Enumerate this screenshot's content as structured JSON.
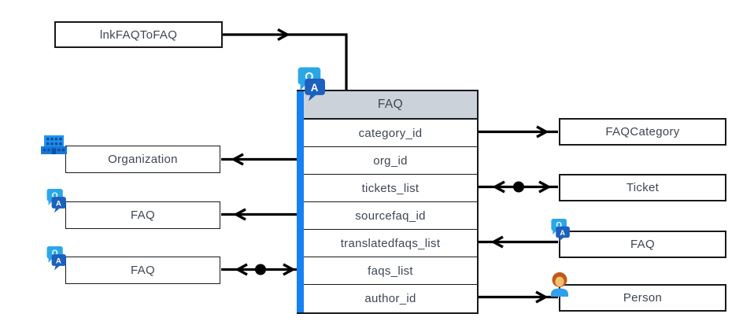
{
  "diagram": {
    "link_table": {
      "label": "lnkFAQToFAQ"
    },
    "main_table": {
      "title": "FAQ",
      "rows": [
        "category_id",
        "org_id",
        "tickets_list",
        "sourcefaq_id",
        "translatedfaqs_list",
        "faqs_list",
        "author_id"
      ]
    },
    "left_entities": [
      {
        "label": "Organization",
        "icon": "building-icon"
      },
      {
        "label": "FAQ",
        "icon": "qa-icon"
      },
      {
        "label": "FAQ",
        "icon": "qa-icon"
      }
    ],
    "right_entities": [
      {
        "label": "FAQCategory",
        "icon": ""
      },
      {
        "label": "Ticket",
        "icon": ""
      },
      {
        "label": "FAQ",
        "icon": "qa-icon"
      },
      {
        "label": "Person",
        "icon": "person-icon"
      }
    ],
    "relationships": [
      {
        "from": "lnkFAQToFAQ",
        "to": "FAQ",
        "arrow": "single-to-table-top"
      },
      {
        "row": "category_id",
        "entity": "FAQCategory",
        "side": "right",
        "arrow": "to-entity"
      },
      {
        "row": "org_id",
        "entity": "Organization",
        "side": "left",
        "arrow": "to-entity"
      },
      {
        "row": "tickets_list",
        "entity": "Ticket",
        "side": "right",
        "arrow": "double-with-dot"
      },
      {
        "row": "sourcefaq_id",
        "entity": "FAQ",
        "side": "left",
        "arrow": "to-entity"
      },
      {
        "row": "translatedfaqs_list",
        "entity": "FAQ",
        "side": "right",
        "arrow": "to-table"
      },
      {
        "row": "faqs_list",
        "entity": "FAQ",
        "side": "left",
        "arrow": "double-with-dot"
      },
      {
        "row": "author_id",
        "entity": "Person",
        "side": "right",
        "arrow": "to-entity"
      }
    ],
    "colors": {
      "accent_bar": "#1681f2",
      "header_bg": "#ccd2d9",
      "line": "#000000",
      "text": "#3d4753",
      "qa_bubble_light": "#2ba7e8",
      "qa_bubble_dark": "#1b61bd",
      "building_blue": "#2191f0",
      "building_dark": "#0d4fa0",
      "person_hair": "#c05a1a",
      "person_face": "#f2c070",
      "person_body": "#2ea0ee"
    }
  }
}
